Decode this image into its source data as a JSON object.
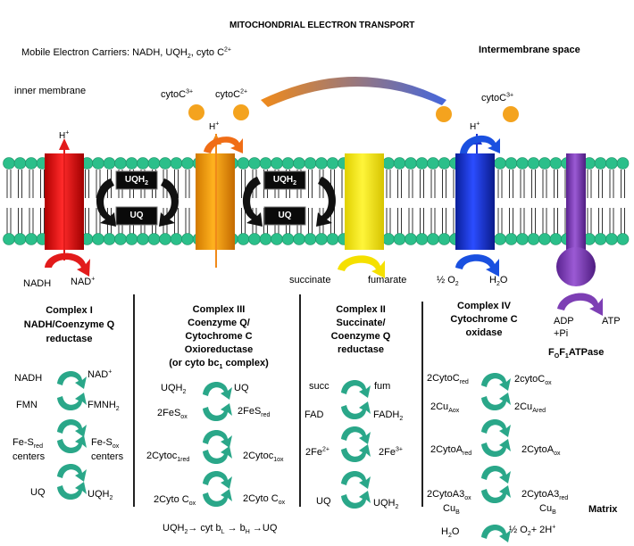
{
  "title": "MITOCHONDRIAL ELECTRON TRANSPORT",
  "header": {
    "mobile_carriers": {
      "prefix": "Mobile Electron Carriers:  NADH, UQH",
      "sub": "2",
      "mid": ", cyto C",
      "sup": "2+"
    },
    "intermembrane": "Intermembrane space",
    "inner_membrane": "inner membrane",
    "matrix": "Matrix"
  },
  "membrane_labels": {
    "h_plus": {
      "base": "H",
      "sup": "+"
    },
    "cytoc3": {
      "base": "cytoC",
      "sup": "3+"
    },
    "cytoc2": {
      "base": "cytoC",
      "sup": "2+"
    },
    "cytoc3_right": {
      "base": "cytoC",
      "sup": "3+"
    },
    "uqh2_box": {
      "base": "UQH",
      "sub": "2"
    },
    "uq_box": "UQ",
    "nadh": "NADH",
    "nad_plus": {
      "base": "NAD",
      "sup": "+"
    },
    "succinate": "succinate",
    "fumarate": "fumarate",
    "half_o2": {
      "base": "½ O",
      "sub": "2"
    },
    "h2o": {
      "base": "H",
      "sub": "2",
      "end": "O"
    },
    "adp": "ADP",
    "pi": "+Pi",
    "atp": "ATP",
    "atpase": {
      "a": "F",
      "a_sub": "O",
      "b": "F",
      "b_sub": "1",
      "rest": "ATPase"
    }
  },
  "complexes": [
    {
      "lines": [
        "Complex I",
        "NADH/Coenzyme Q",
        "reductase"
      ]
    },
    {
      "lines": [
        "Complex III",
        "Coenzyme Q/",
        "Cytochrome C",
        "Oxioreductase"
      ],
      "extra": {
        "pre": "(or cyto bc",
        "sub": "1",
        "post": " complex)"
      }
    },
    {
      "lines": [
        "Complex II",
        "Succinate/",
        "Coenzyme Q",
        "reductase"
      ]
    },
    {
      "lines": [
        "Complex IV",
        "Cytochrome C",
        "oxidase"
      ]
    }
  ],
  "complex1_steps": {
    "nadh": "NADH",
    "nad": {
      "base": "NAD",
      "sup": "+"
    },
    "fmn": "FMN",
    "fmnh2": {
      "base": "FMNH",
      "sub": "2"
    },
    "fesred": {
      "base": "Fe-S",
      "sub": "red"
    },
    "centers": "centers",
    "fesox": {
      "base": "Fe-S",
      "sub": "ox"
    },
    "centers2": "centers",
    "uq": "UQ",
    "uqh2": {
      "base": "UQH",
      "sub": "2"
    }
  },
  "complex3_steps": {
    "uqh2": {
      "base": "UQH",
      "sub": "2"
    },
    "uq": "UQ",
    "fesox": {
      "base": "2FeS",
      "sub": "ox"
    },
    "fesred": {
      "base": "2FeS",
      "sub": "red"
    },
    "cytc1red": {
      "base": "2Cytoc",
      "sub": "1red"
    },
    "cytc1ox": {
      "base": "2Cytoc",
      "sub": "1ox"
    },
    "cytcox": {
      "base": "2Cyto C",
      "sub": "ox"
    },
    "cytcox2": {
      "base": "2Cyto C",
      "sub": "ox"
    }
  },
  "complex2_steps": {
    "succ": "succ",
    "fum": "fum",
    "fad": "FAD",
    "fadh2": {
      "base": "FADH",
      "sub": "2"
    },
    "fe2": {
      "base": "2Fe",
      "sup": "2+"
    },
    "fe3": {
      "base": "2Fe",
      "sup": "3+"
    },
    "uq": "UQ",
    "uqh2": {
      "base": "UQH",
      "sub": "2"
    }
  },
  "complex4_steps": {
    "cytcred": {
      "base": "2CytoC",
      "sub": "red"
    },
    "cytcox": {
      "base": "2cytoC",
      "sub": "ox"
    },
    "cuaox": {
      "base": "2Cu",
      "sub": "Aox"
    },
    "cuared": {
      "base": "2Cu",
      "sub": "Ared"
    },
    "cytoared": {
      "base": "2CytoA",
      "sub": "red"
    },
    "cytoaox": {
      "base": "2CytoA",
      "sub": "ox"
    },
    "a3ox": {
      "base": "2CytoA3",
      "sub": "ox"
    },
    "a3red": {
      "base": "2CytoA3",
      "sub": "red"
    },
    "cub": {
      "base": "Cu",
      "sub": "B"
    },
    "cub2": {
      "base": "Cu",
      "sub": "B"
    },
    "h2o": {
      "base": "H",
      "sub": "2",
      "end": "O"
    },
    "o2": {
      "base": "½ O",
      "sub": "2",
      "end": "+ 2H",
      "sup": "+"
    }
  },
  "bottom_path": {
    "a": "UQH",
    "a_sub": "2",
    "b": "→ cyt b",
    "b_sub": "L",
    "c": " → b",
    "c_sub": "H",
    "d": " →UQ"
  },
  "colors": {
    "lipid_head": "#2bbf8a",
    "complex1": "#ee1c1c",
    "complex3": "#f7a50a",
    "complex2": "#ffee00",
    "complex4": "#1a35d4",
    "atpase": "#7d3fb4",
    "curve_arrow": "#2aa789",
    "orange_ball": "#f4a31e"
  }
}
